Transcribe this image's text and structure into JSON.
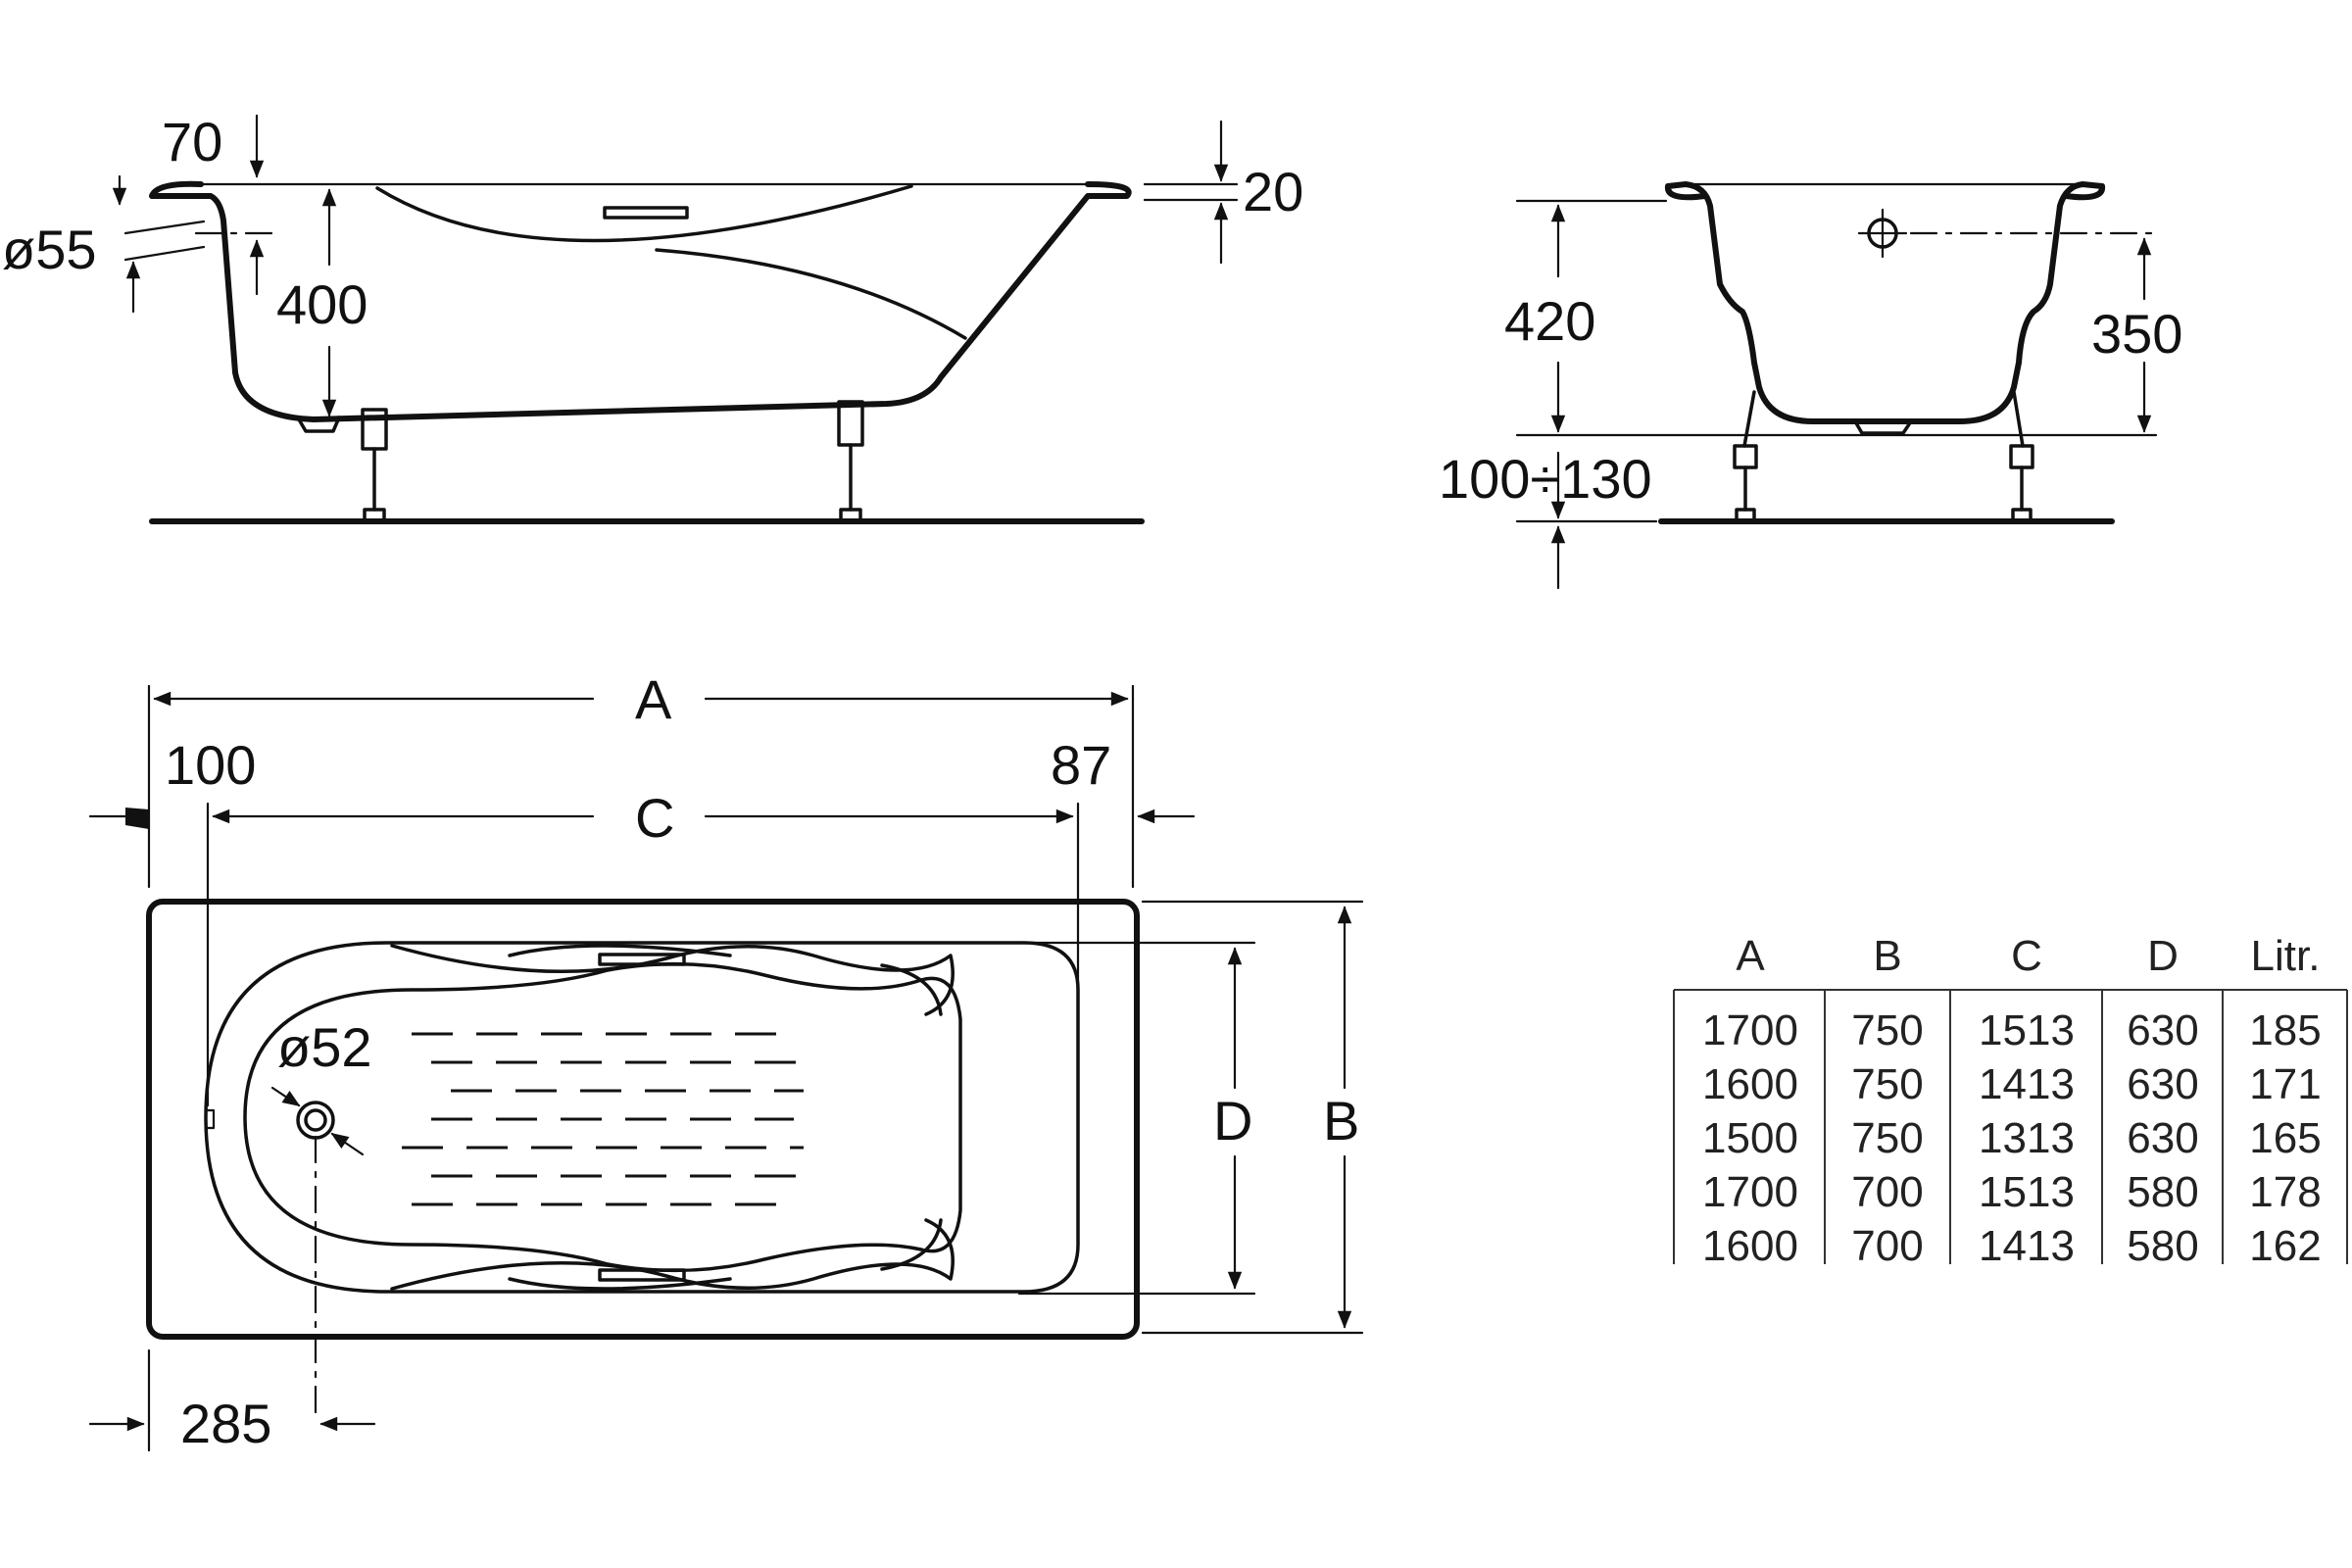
{
  "side_view": {
    "dim_rim": "70",
    "dim_overflow_diameter": "ø55",
    "dim_depth": "400",
    "dim_rim_thickness": "20"
  },
  "end_view": {
    "dim_height": "420",
    "dim_overflow_height": "350",
    "dim_leg_range": "100÷130"
  },
  "top_view": {
    "label_length": "A",
    "label_inner_length": "C",
    "label_inner_width": "D",
    "label_width": "B",
    "dim_head_offset": "100",
    "dim_foot_offset": "87",
    "dim_drain_diameter": "ø52",
    "dim_drain_position": "285"
  },
  "table": {
    "headers": [
      "A",
      "B",
      "C",
      "D",
      "Litr."
    ],
    "rows": [
      [
        "1700",
        "750",
        "1513",
        "630",
        "185"
      ],
      [
        "1600",
        "750",
        "1413",
        "630",
        "171"
      ],
      [
        "1500",
        "750",
        "1313",
        "630",
        "165"
      ],
      [
        "1700",
        "700",
        "1513",
        "580",
        "178"
      ],
      [
        "1600",
        "700",
        "1413",
        "580",
        "162"
      ]
    ]
  }
}
